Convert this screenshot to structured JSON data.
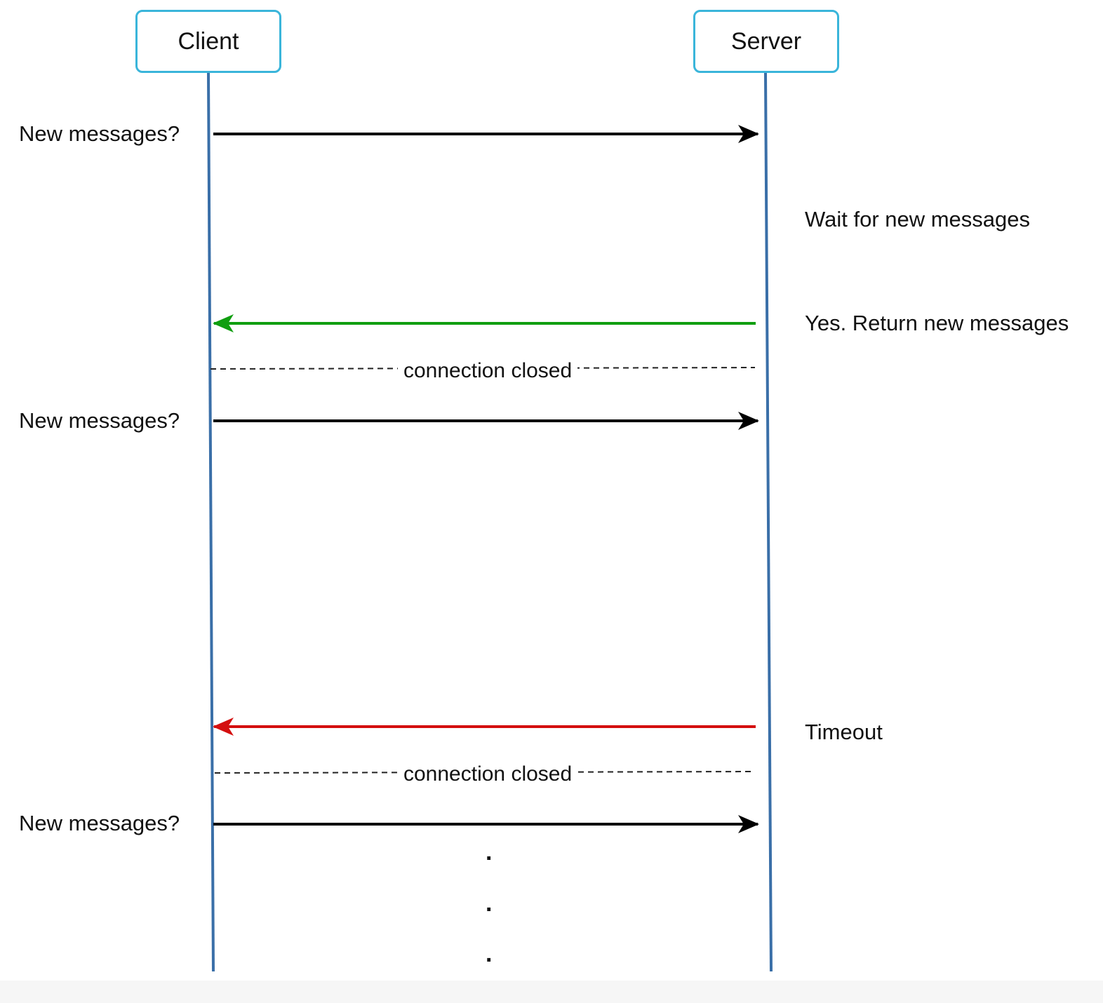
{
  "actors": {
    "client": "Client",
    "server": "Server"
  },
  "messages": [
    {
      "label": "New messages?",
      "direction": "client-to-server",
      "color": "#000000"
    },
    {
      "label": "Yes. Return new messages",
      "direction": "server-to-client",
      "color": "#109e10"
    },
    {
      "label": "New messages?",
      "direction": "client-to-server",
      "color": "#000000"
    },
    {
      "label": "Timeout",
      "direction": "server-to-client",
      "color": "#d40f0f"
    },
    {
      "label": "New messages?",
      "direction": "client-to-server",
      "color": "#000000"
    }
  ],
  "notes": {
    "wait": "Wait for new messages"
  },
  "dividers": [
    {
      "label": "connection closed"
    },
    {
      "label": "connection closed"
    }
  ],
  "continuation": ".",
  "colors": {
    "actor_border": "#3ab5da",
    "lifeline": "#3a6fa8"
  }
}
